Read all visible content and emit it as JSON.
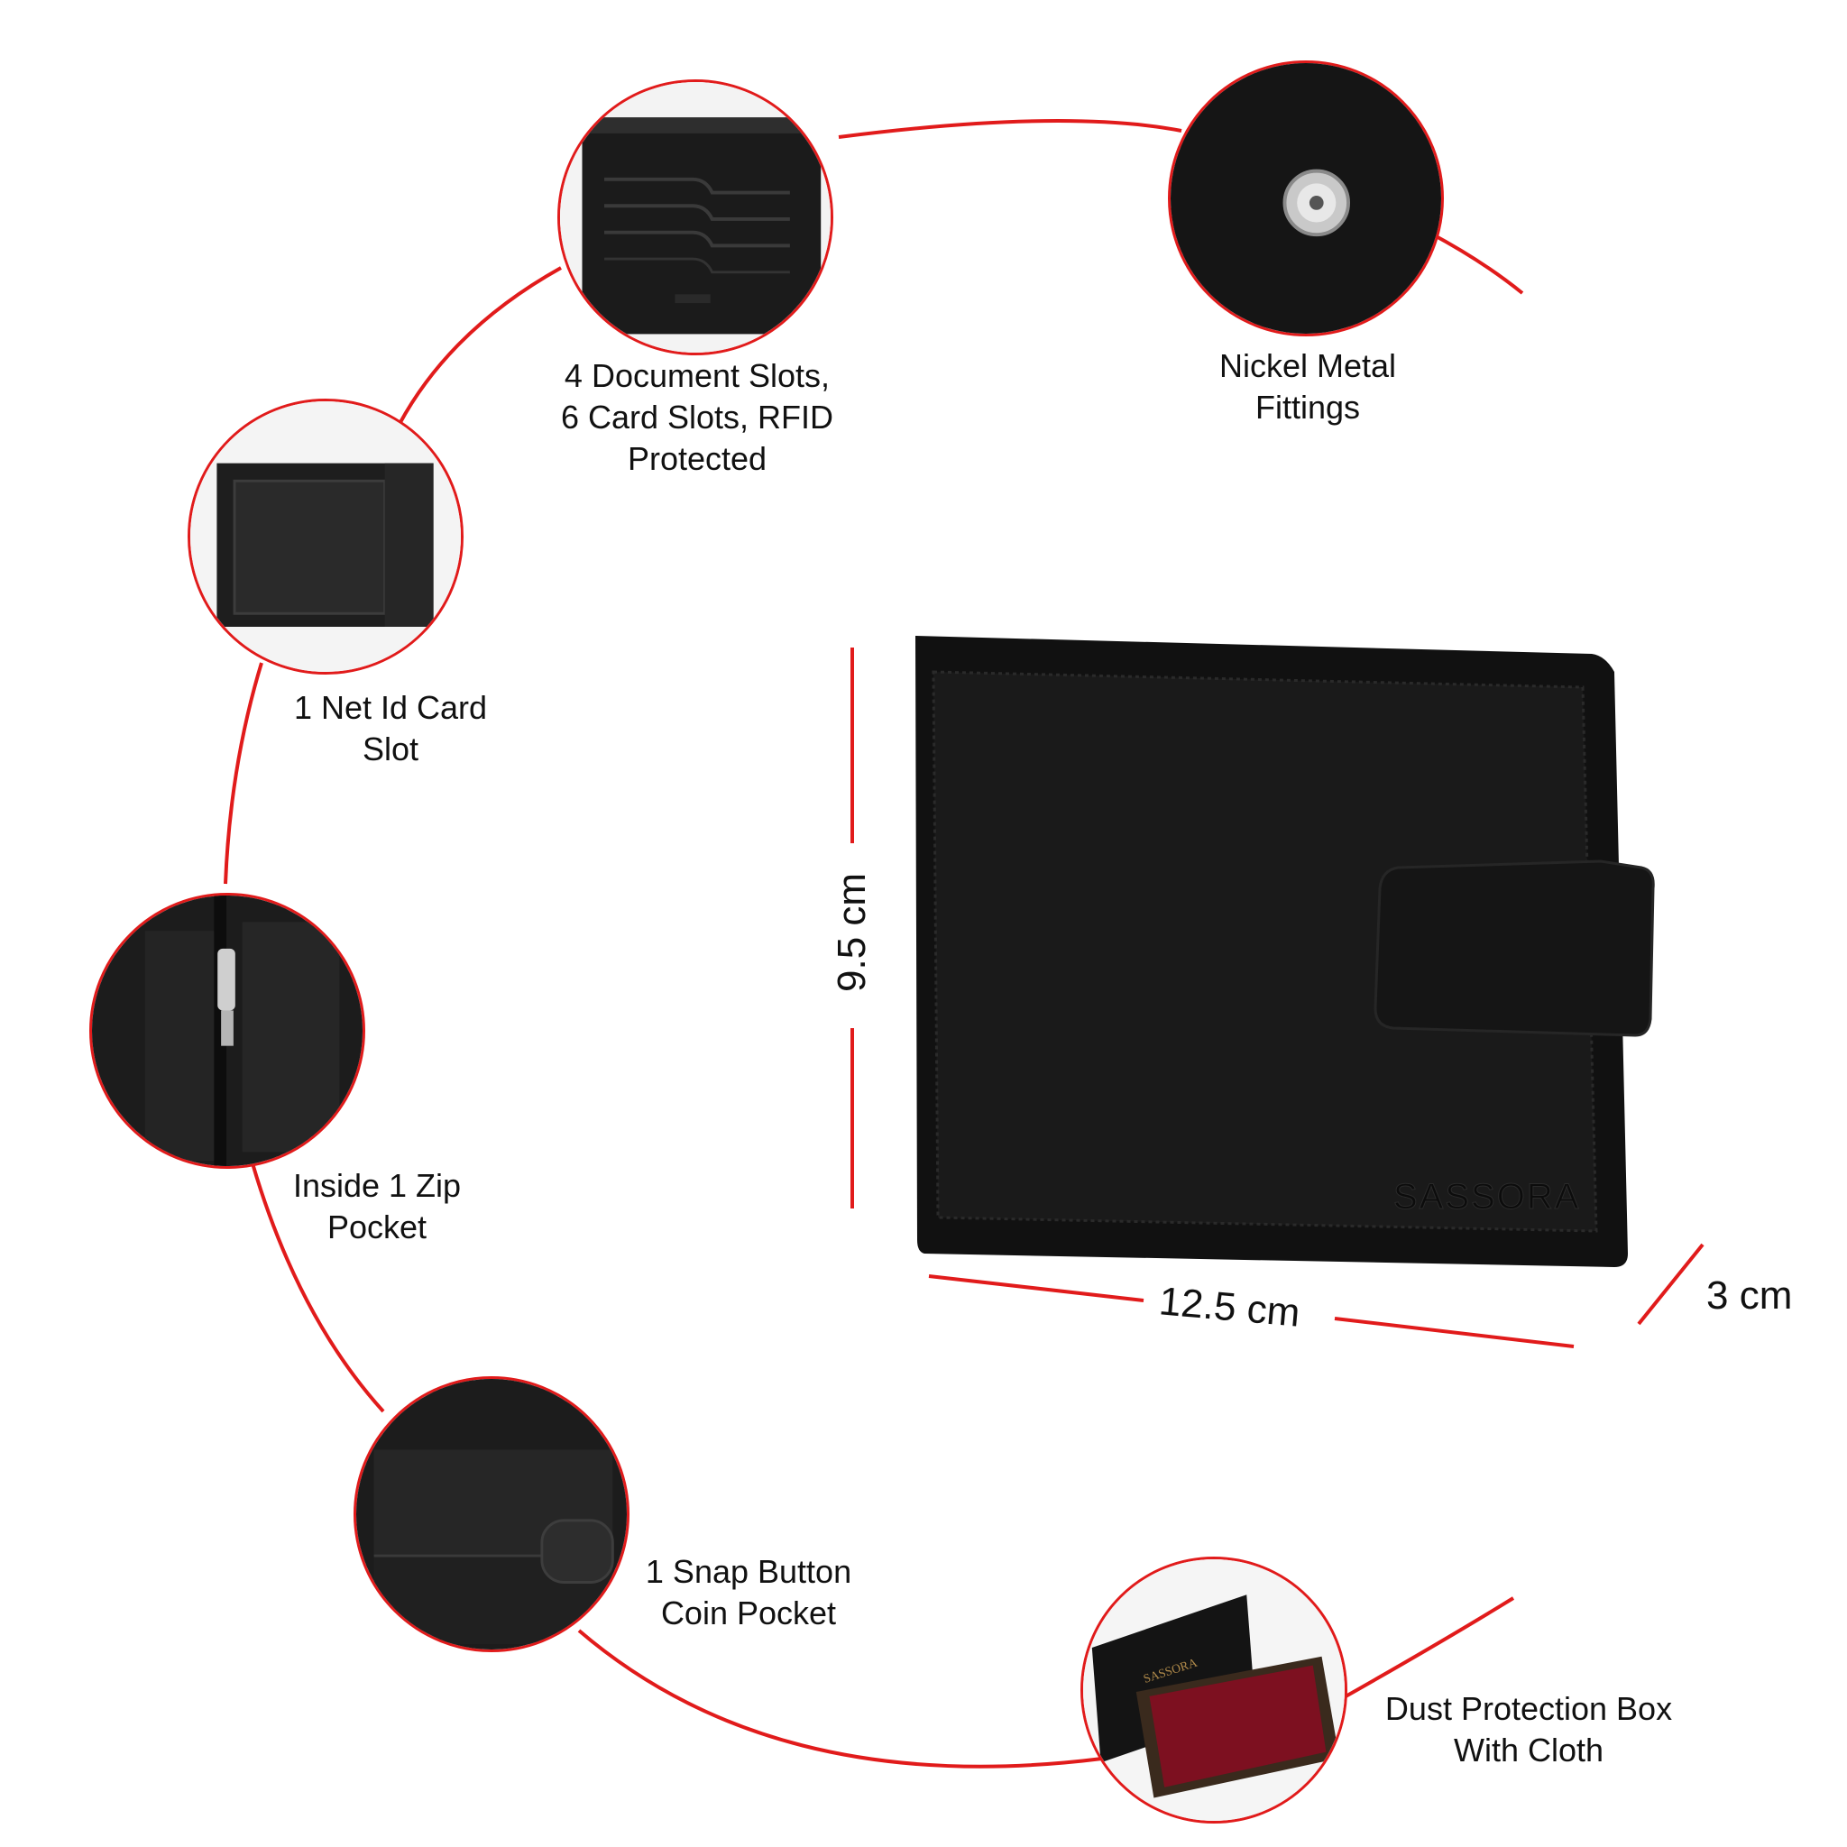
{
  "accent_color": "#e11b1b",
  "brand_logo_text": "SASSORA",
  "features": [
    {
      "id": "document-slots",
      "icon": "card-slots-icon",
      "lines": [
        "4 Document Slots,",
        "6 Card Slots, RFID",
        "Protected"
      ]
    },
    {
      "id": "nickel-fittings",
      "icon": "snap-button-icon",
      "lines": [
        "Nickel Metal",
        "Fittings"
      ]
    },
    {
      "id": "net-id-slot",
      "icon": "net-id-slot-icon",
      "lines": [
        "1 Net Id Card",
        "Slot"
      ]
    },
    {
      "id": "zip-pocket",
      "icon": "zipper-icon",
      "lines": [
        "Inside 1 Zip",
        "Pocket"
      ]
    },
    {
      "id": "coin-pocket",
      "icon": "coin-pocket-icon",
      "lines": [
        "1 Snap Button",
        "Coin Pocket"
      ]
    },
    {
      "id": "dust-box",
      "icon": "gift-box-icon",
      "lines": [
        "Dust Protection Box",
        "With Cloth"
      ]
    }
  ],
  "dimensions": {
    "height": "9.5 cm",
    "width": "12.5 cm",
    "depth": "3 cm"
  }
}
